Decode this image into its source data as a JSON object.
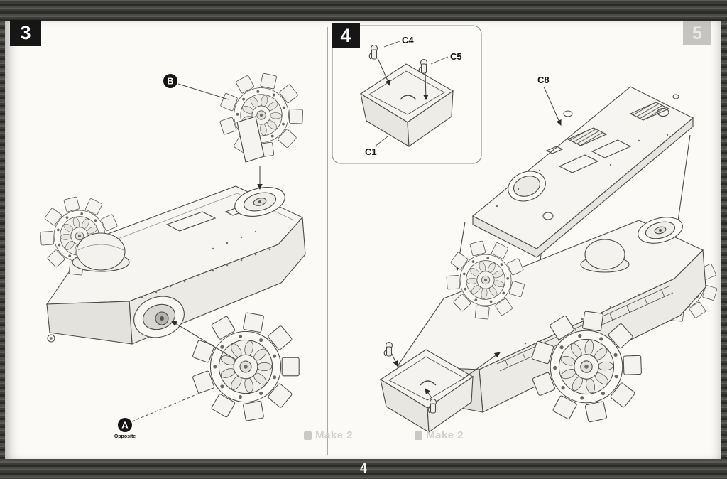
{
  "page": {
    "number": "4",
    "watermarks": {
      "first": "Make 2",
      "second": "Make 2"
    },
    "ghost_next_step": "5"
  },
  "step3": {
    "number": "3",
    "label_b": "B",
    "label_a": "A",
    "note_a": "Opposite"
  },
  "step4": {
    "number": "4",
    "labels": {
      "c1": "C1",
      "c4": "C4",
      "c5": "C5",
      "c8": "C8"
    }
  },
  "colors": {
    "line": "#4a4a46",
    "badge_black": "#161616",
    "page_bg": "#fbfaf7",
    "backdrop_dark": "#2a2a28"
  }
}
